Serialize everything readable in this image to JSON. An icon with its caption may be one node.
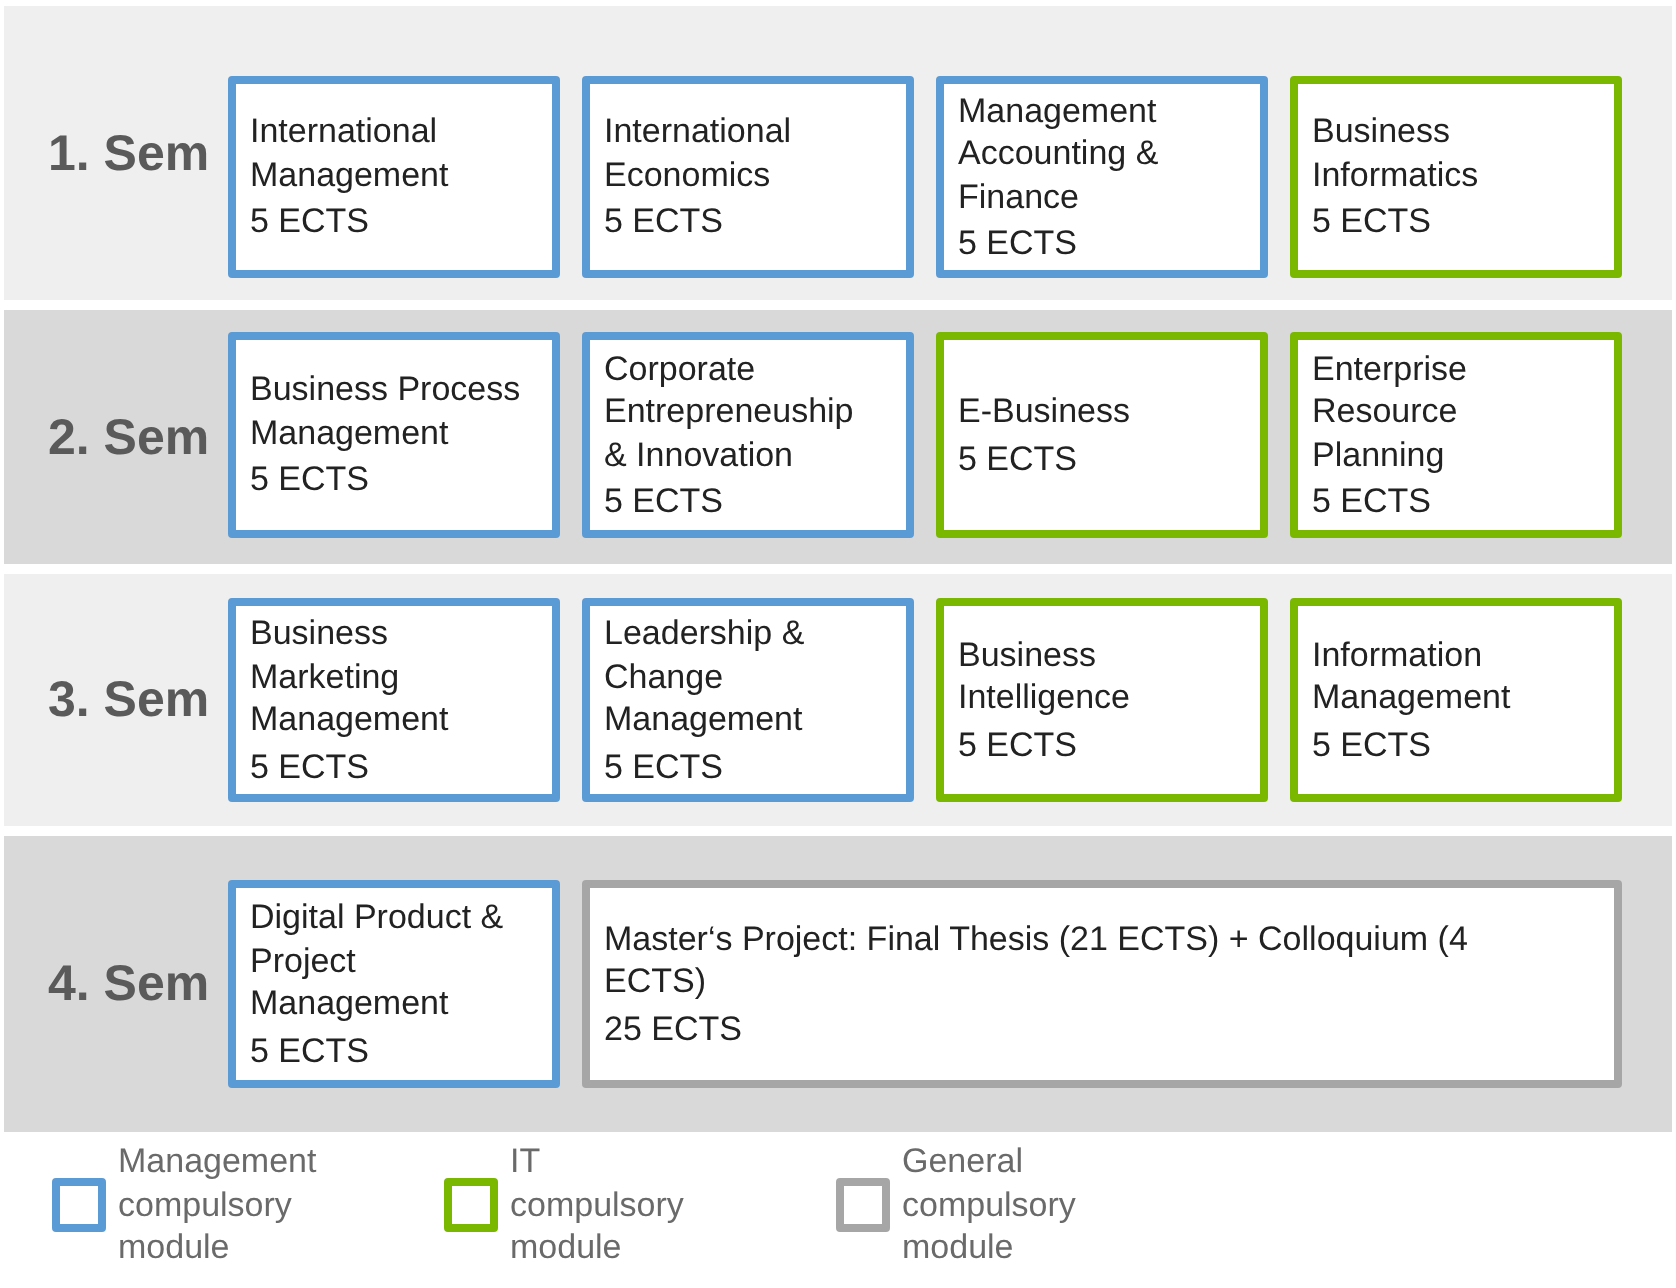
{
  "diagram": {
    "nodes": [
      {
        "text": [
          "1. Sem"
        ]
      },
      {
        "text": [
          "International Management",
          "5 ECTS"
        ],
        "in": 0
      },
      {
        "text": [
          "International Economics",
          "5 ECTS"
        ],
        "in": 0
      },
      {
        "text": [
          "Management Accounting & Finance",
          "5 ECTS"
        ],
        "in": 0
      },
      {
        "text": [
          "Business Informatics",
          "5 ECTS"
        ],
        "in": 0
      },
      {
        "text": [
          "2. Sem"
        ]
      },
      {
        "text": [
          "Business Process Management",
          "5 ECTS"
        ],
        "in": 5
      },
      {
        "text": [
          "Corporate Entrepreneuship & Innovation",
          "5 ECTS"
        ],
        "in": 5
      },
      {
        "text": [
          "E-Business",
          "5 ECTS"
        ],
        "in": 5
      },
      {
        "text": [
          "Enterprise Resource Planning",
          "5 ECTS"
        ],
        "in": 5
      },
      {
        "text": [
          "3. Sem"
        ]
      },
      {
        "text": [
          "Business Marketing Management",
          "5 ECTS"
        ],
        "in": 10
      },
      {
        "text": [
          "Leadership & Change Management",
          "5 ECTS"
        ],
        "in": 10
      },
      {
        "text": [
          "Business Intelligence",
          "5 ECTS"
        ],
        "in": 10
      },
      {
        "text": [
          "Information Management",
          "5 ECTS"
        ],
        "in": 10
      },
      {
        "text": [
          "4. Sem"
        ]
      },
      {
        "text": [
          "Digital Product & Project Management",
          "5 ECTS"
        ],
        "in": 15
      },
      {
        "text": [
          "Master‘s Project: Final Thesis (21 ECTS) + Colloquium (4 ECTS)",
          "25 ECTS"
        ],
        "in": 15
      }
    ],
    "legend": [
      {
        "text": "Management compulsory module",
        "color": "#5b9bd5"
      },
      {
        "text": "IT compulsory module",
        "color": "#7ab800"
      },
      {
        "text": "General compulsory module",
        "color": "#a6a6a6"
      }
    ]
  }
}
